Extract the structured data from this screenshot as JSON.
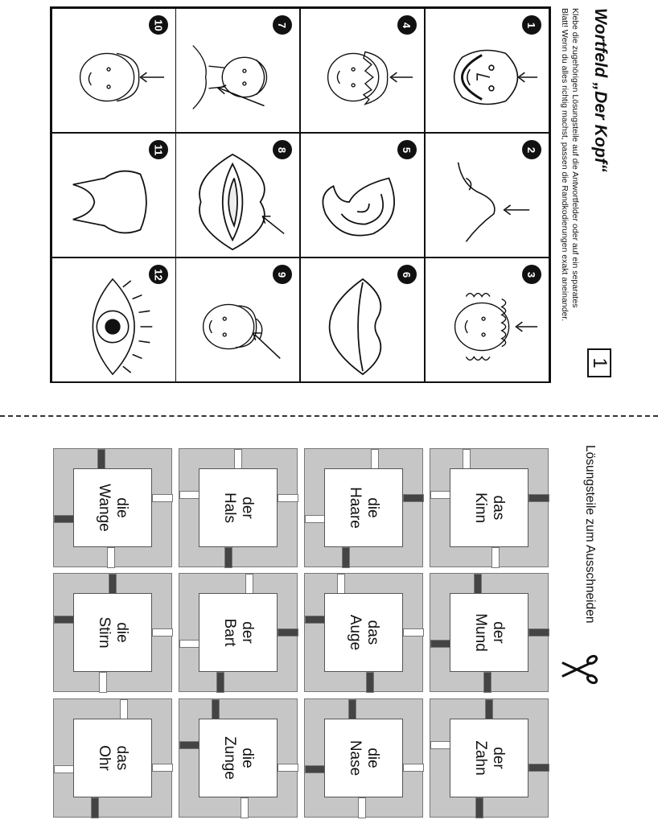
{
  "header": {
    "title": "Wortfeld „Der Kopf“",
    "instruction_line1": "Klebe die zugehörigen Lösungsteile auf die Antwortfelder oder auf ein separates",
    "instruction_line2": "Blatt! Wenn du alles richtig machst, passen die Randkodierungen exakt aneinander.",
    "page_number": "1"
  },
  "pictures": [
    {
      "number": "1",
      "icon": "bearded-man-chin-icon"
    },
    {
      "number": "2",
      "icon": "nose-icon"
    },
    {
      "number": "3",
      "icon": "curly-hair-head-icon"
    },
    {
      "number": "4",
      "icon": "hair-head-icon"
    },
    {
      "number": "5",
      "icon": "ear-icon"
    },
    {
      "number": "6",
      "icon": "lips-icon"
    },
    {
      "number": "7",
      "icon": "neck-icon"
    },
    {
      "number": "8",
      "icon": "open-mouth-tongue-icon"
    },
    {
      "number": "9",
      "icon": "forehead-icon"
    },
    {
      "number": "10",
      "icon": "cheek-icon"
    },
    {
      "number": "11",
      "icon": "tooth-icon"
    },
    {
      "number": "12",
      "icon": "eye-icon"
    }
  ],
  "cutout": {
    "label": "Lösungsteile zum Ausschneiden",
    "scissors_icon": "scissors-icon"
  },
  "pieces": [
    {
      "article": "das",
      "word": "Kinn"
    },
    {
      "article": "der",
      "word": "Mund"
    },
    {
      "article": "der",
      "word": "Zahn"
    },
    {
      "article": "die",
      "word": "Haare"
    },
    {
      "article": "das",
      "word": "Auge"
    },
    {
      "article": "die",
      "word": "Nase"
    },
    {
      "article": "der",
      "word": "Hals"
    },
    {
      "article": "der",
      "word": "Bart"
    },
    {
      "article": "die",
      "word": "Zunge"
    },
    {
      "article": "die",
      "word": "Wange"
    },
    {
      "article": "die",
      "word": "Stirn"
    },
    {
      "article": "das",
      "word": "Ohr"
    }
  ],
  "colors": {
    "piece_fill": "#c6c6c6",
    "code_dark": "#444444",
    "code_light": "#ffffff",
    "badge": "#111111"
  }
}
